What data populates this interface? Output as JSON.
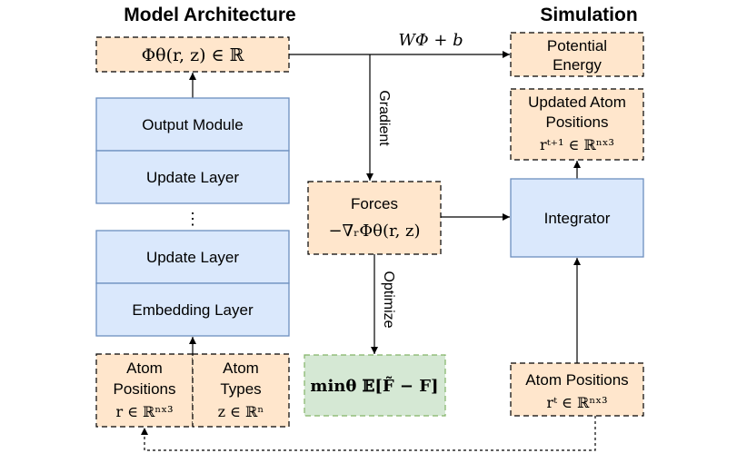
{
  "headers": {
    "left": "Model Architecture",
    "right": "Simulation"
  },
  "nodes": {
    "phi": "Φθ(r, z) ∈ ℝ",
    "output_module": "Output Module",
    "update_layer_top": "Update Layer",
    "ellipsis": "⋮",
    "update_layer_bottom": "Update Layer",
    "embedding_layer": "Embedding Layer",
    "atom_positions": [
      "Atom",
      "Positions",
      "r ∈ ℝⁿˣ³"
    ],
    "atom_types": [
      "Atom",
      "Types",
      "z ∈ ℝⁿ"
    ],
    "forces": [
      "Forces",
      "−∇ᵣΦθ(r, z)"
    ],
    "loss": "minθ 𝔼[F̃ − F]",
    "potential_energy": [
      "Potential",
      "Energy"
    ],
    "updated_positions": [
      "Updated Atom",
      "Positions",
      "rᵗ⁺¹ ∈ ℝⁿˣ³"
    ],
    "integrator": "Integrator",
    "sim_positions": [
      "Atom Positions",
      "rᵗ ∈ ℝⁿˣ³"
    ]
  },
  "edges": {
    "linear": "WΦ + b",
    "gradient": "Gradient",
    "optimize": "Optimize"
  },
  "colors": {
    "blue_fill": "#dae8fc",
    "blue_stroke": "#6c8ebf",
    "orange_fill": "#ffe6cc",
    "green_fill": "#d5e8d4",
    "green_stroke": "#82b366"
  }
}
